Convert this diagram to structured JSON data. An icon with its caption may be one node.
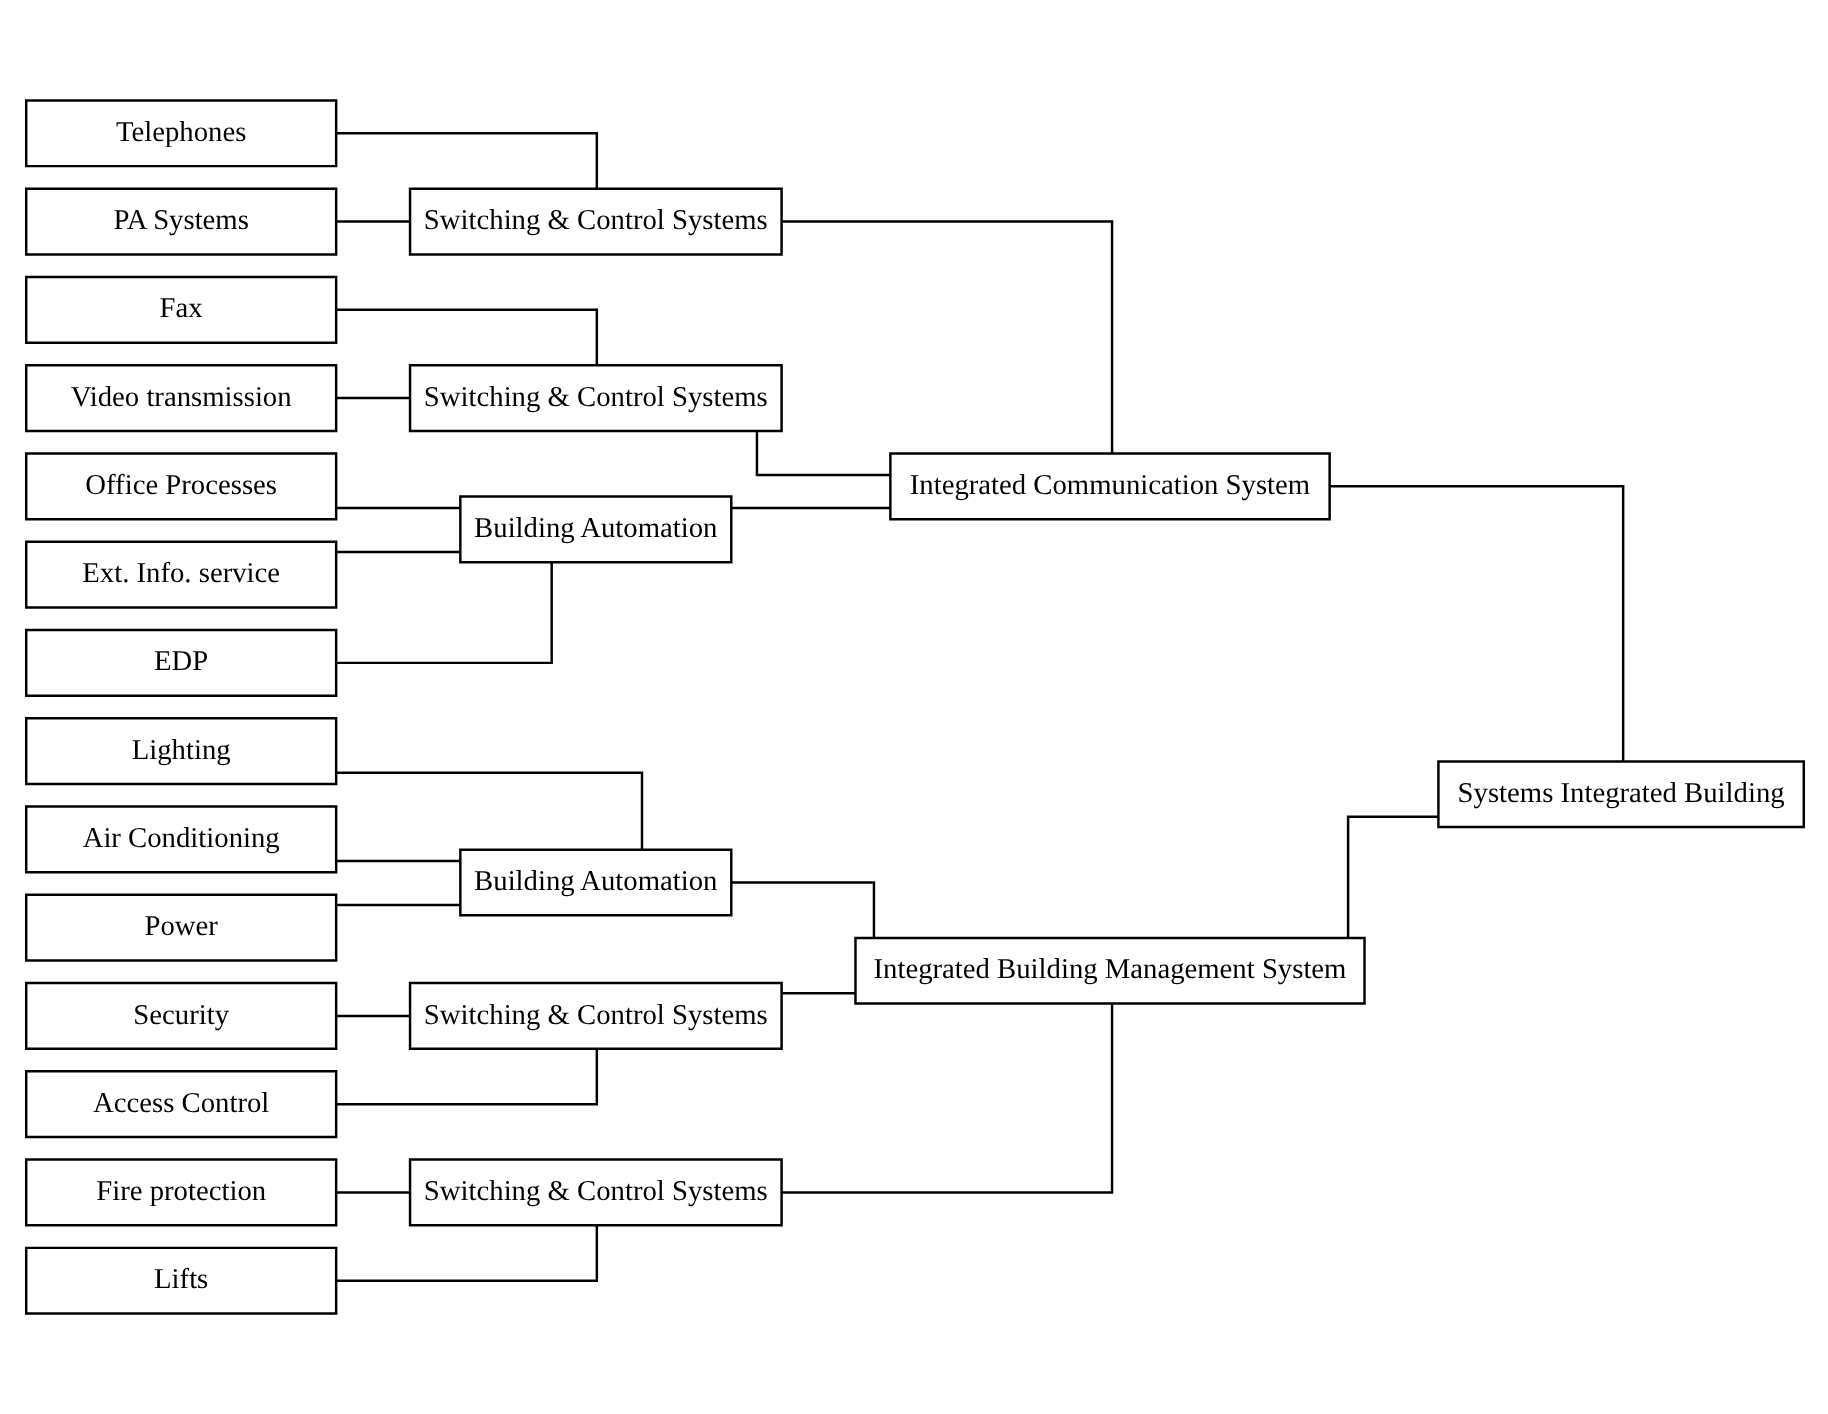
{
  "diagram": {
    "nodes": [
      {
        "text": [
          "Air Conditioning"
        ]
      },
      {
        "text": [
          "Power"
        ]
      },
      {
        "text": [
          "Lighting"
        ]
      },
      {
        "text": [
          "Building Automation"
        ]
      },
      {
        "text": [
          "Integrated Building Management System"
        ]
      },
      {
        "text": [
          "Fire protection"
        ]
      },
      {
        "text": [
          "Lifts"
        ]
      },
      {
        "text": [
          "Switching & Control Systems"
        ]
      },
      {
        "text": [
          "Security"
        ]
      },
      {
        "text": [
          "Access Control"
        ]
      },
      {
        "text": [
          "Switching & Control Systems"
        ]
      },
      {
        "text": [
          "Systems Integrated Building"
        ]
      },
      {
        "text": [
          "Telephones"
        ]
      },
      {
        "text": [
          "PA Systems"
        ]
      },
      {
        "text": [
          "Switching & Control Systems"
        ]
      },
      {
        "text": [
          "Fax"
        ]
      },
      {
        "text": [
          "Video transmission"
        ]
      },
      {
        "text": [
          "Switching & Control Systems"
        ]
      },
      {
        "text": [
          "Integrated Communication System"
        ]
      },
      {
        "text": [
          "EDP"
        ]
      },
      {
        "text": [
          "Office Processes"
        ]
      },
      {
        "text": [
          "Ext. Info. service"
        ]
      },
      {
        "text": [
          "Building Automation"
        ]
      }
    ],
    "edges": [
      {
        "from": 0,
        "to": 3,
        "arrow": "none"
      },
      {
        "from": 1,
        "to": 3,
        "arrow": "none"
      },
      {
        "from": 2,
        "to": 3,
        "arrow": "none"
      },
      {
        "from": 5,
        "to": 7,
        "arrow": "none"
      },
      {
        "from": 6,
        "to": 7,
        "arrow": "none"
      },
      {
        "from": 8,
        "to": 10,
        "arrow": "none"
      },
      {
        "from": 9,
        "to": 10,
        "arrow": "none"
      },
      {
        "from": 3,
        "to": 4,
        "arrow": "none"
      },
      {
        "from": 7,
        "to": 4,
        "arrow": "none"
      },
      {
        "from": 10,
        "to": 4,
        "arrow": "none"
      },
      {
        "from": 12,
        "to": 14,
        "arrow": "none"
      },
      {
        "from": 13,
        "to": 14,
        "arrow": "none"
      },
      {
        "from": 15,
        "to": 17,
        "arrow": "none"
      },
      {
        "from": 16,
        "to": 17,
        "arrow": "none"
      },
      {
        "from": 19,
        "to": 22,
        "arrow": "none"
      },
      {
        "from": 20,
        "to": 22,
        "arrow": "none"
      },
      {
        "from": 21,
        "to": 22,
        "arrow": "none"
      },
      {
        "from": 14,
        "to": 18,
        "arrow": "none"
      },
      {
        "from": 17,
        "to": 18,
        "arrow": "none"
      },
      {
        "from": 22,
        "to": 18,
        "arrow": "none"
      },
      {
        "from": 4,
        "to": 11,
        "arrow": "none"
      },
      {
        "from": 18,
        "to": 11,
        "arrow": "none"
      }
    ]
  }
}
